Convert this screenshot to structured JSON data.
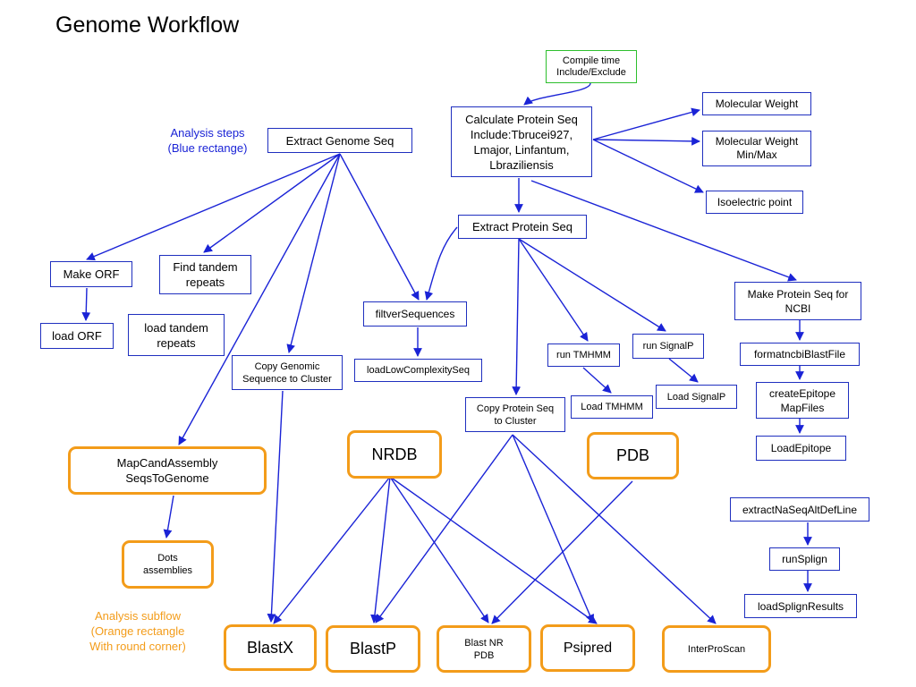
{
  "title": "Genome Workflow",
  "legend": {
    "analysis_steps": "Analysis steps\n(Blue rectange)",
    "analysis_subflow": "Analysis subflow\n(Orange rectangle\nWith round corner)"
  },
  "colors": {
    "step_border": "#1f2fbf",
    "arrow": "#1a23d6",
    "green_border": "#2dbf2d",
    "subflow_border": "#f39c1a",
    "steps_legend": "#1a23d6",
    "subflow_legend": "#f39c1a"
  },
  "nodes": {
    "compile_time": "Compile time\nInclude/Exclude",
    "calc_protein": "Calculate Protein Seq\nInclude:Tbrucei927,\nLmajor, Linfantum,\nLbraziliensis",
    "mol_weight": "Molecular Weight",
    "mol_weight_minmax": "Molecular Weight\nMin/Max",
    "isoelectric": "Isoelectric point",
    "extract_genome": "Extract Genome Seq",
    "extract_protein": "Extract Protein Seq",
    "make_orf": "Make ORF",
    "load_orf": "load ORF",
    "find_tandem": "Find tandem\nrepeats",
    "load_tandem": "load tandem\nrepeats",
    "filter_seqs": "filtverSequences",
    "load_low": "loadLowComplexitySeq",
    "copy_genomic": "Copy Genomic\nSequence to Cluster",
    "run_tmhmm": "run TMHMM",
    "load_tmhmm": "Load TMHMM",
    "run_signalp": "run SignalP",
    "load_signalp": "Load SignalP",
    "copy_protein": "Copy Protein Seq\nto Cluster",
    "make_ncbi": "Make Protein Seq for\nNCBI",
    "format_ncbi": "formatncbiBlastFile",
    "create_epitope": "createEpitope\nMapFiles",
    "load_epitope": "LoadEpitope",
    "extract_na": "extractNaSeqAltDefLine",
    "run_splign": "runSplign",
    "load_splign": "loadSplignResults",
    "mapcand": "MapCandAssembly\nSeqsToGenome",
    "dots": "Dots\nassemblies",
    "nrdb": "NRDB",
    "pdb": "PDB",
    "blastx": "BlastX",
    "blastp": "BlastP",
    "blast_nr_pdb": "Blast NR\nPDB",
    "psipred": "Psipred",
    "interproscan": "InterProScan"
  }
}
